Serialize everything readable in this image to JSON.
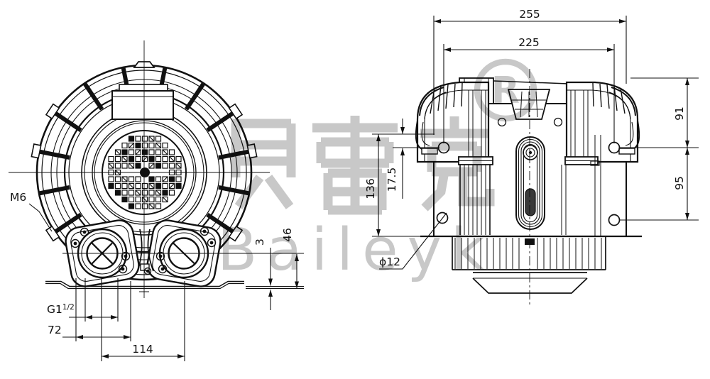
{
  "colors": {
    "background": "#ffffff",
    "line": "#111111",
    "watermark": "#c8c8c8"
  },
  "watermark": {
    "brand_cn": "贝雷克",
    "brand_en": "Baileyk",
    "registered": "R"
  },
  "dims": {
    "overall_width": "255",
    "hole_span_width": "225",
    "top_to_upper_hole": "91",
    "upper_to_lower_hole": "95",
    "body_height": "136",
    "top_edge_to_hole": "17.5",
    "hole_diameter": "ϕ12",
    "flange_thread": "M6",
    "base_plate_thickness": "3",
    "port_center_to_base": "46",
    "port_thread_main": "G1",
    "port_thread_sup": "1/2",
    "port_flange_hole_span": "72",
    "port_center_distance": "114"
  }
}
